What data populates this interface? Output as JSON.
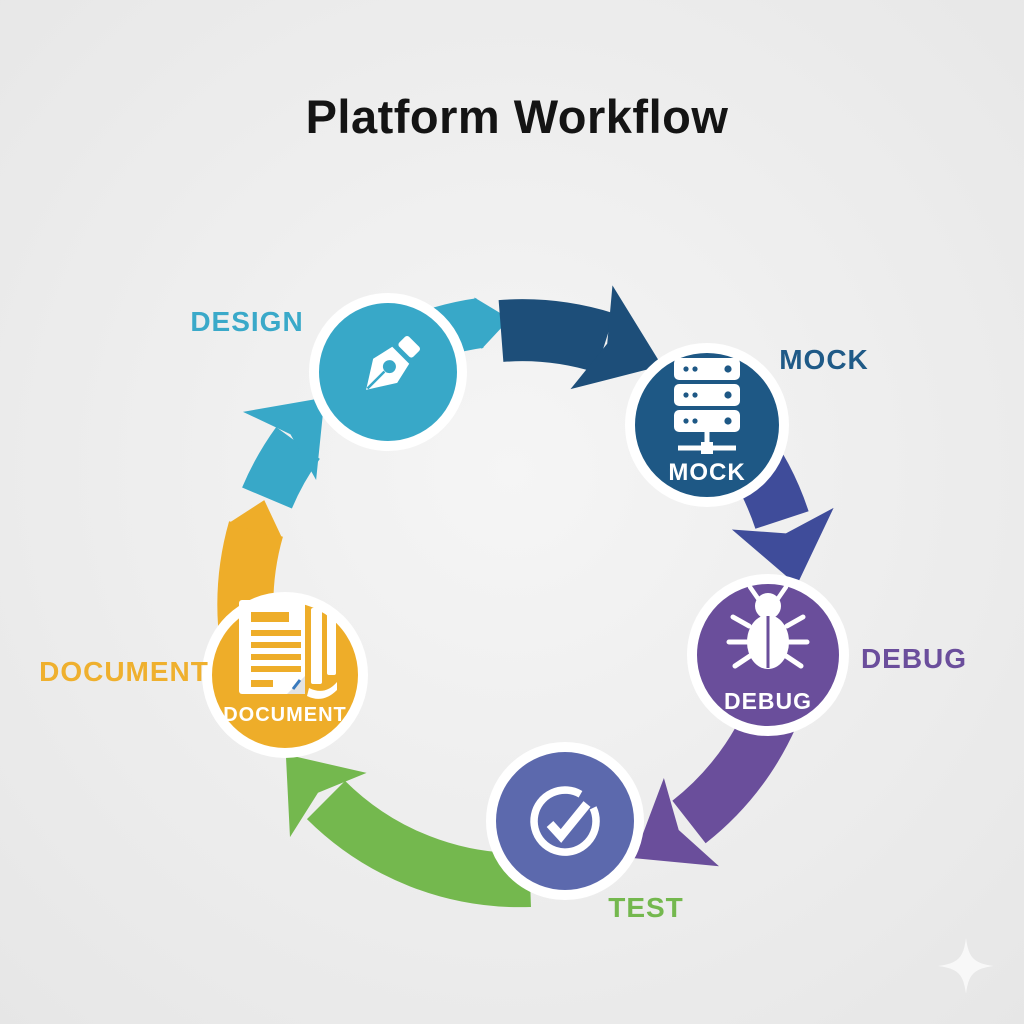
{
  "title": "Platform Workflow",
  "background": {
    "center_color": "#f5f5f5",
    "edge_color": "#e6e6e6"
  },
  "stages": [
    {
      "label": "DESIGN",
      "inner_label": "",
      "icon": "pen-nib-icon",
      "color": "#38a8c8",
      "label_color": "#3aa9c9"
    },
    {
      "label": "MOCK",
      "inner_label": "MOCK",
      "icon": "server-rack-icon",
      "color": "#1e5885",
      "label_color": "#1f5a87"
    },
    {
      "label": "DEBUG",
      "inner_label": "DEBUG",
      "icon": "bug-icon",
      "color": "#6a4e9b",
      "label_color": "#6b4e9c"
    },
    {
      "label": "TEST",
      "inner_label": "",
      "icon": "check-circle-icon",
      "color": "#5c69ad",
      "label_color": "#74b84e"
    },
    {
      "label": "DOCUMENT",
      "inner_label": "DOCUMENT",
      "icon": "document-icon",
      "color": "#eead29",
      "label_color": "#efb02e"
    }
  ],
  "arrows": [
    {
      "name": "design-to-mock",
      "color": "#1d4e79"
    },
    {
      "name": "mock-to-debug",
      "color": "#3f4c9a"
    },
    {
      "name": "debug-to-test",
      "color": "#6a4e9b"
    },
    {
      "name": "test-to-document",
      "color": "#74b84e"
    },
    {
      "name": "document-to-design",
      "color": "#38a8c8"
    },
    {
      "name": "document-tail",
      "color": "#eead29"
    },
    {
      "name": "design-overpass-tail",
      "color": "#38a8c8"
    }
  ],
  "decoration": {
    "sparkle_icon": "four-point-star-icon",
    "sparkle_color": "#f9f9f9"
  }
}
